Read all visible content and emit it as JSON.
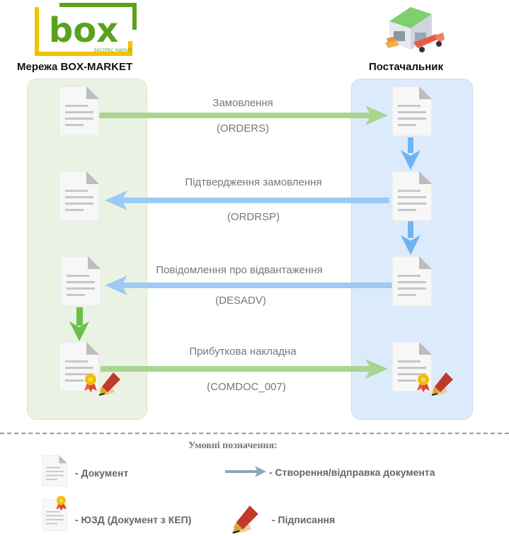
{
  "logo": {
    "text": "box",
    "subtitle": "ЕКСПРЕС МАРКЕТ",
    "color": "#5aa21e",
    "accent": "#f2c200"
  },
  "parties": {
    "left": "Мережа BOX-MARKET",
    "right": "Постачальник"
  },
  "messages": [
    {
      "title": "Замовлення",
      "code": "(ORDERS)",
      "direction": "left-to-right",
      "color": "#a9d58e"
    },
    {
      "title": "Підтвердження замовлення",
      "code": "(ORDRSP)",
      "direction": "right-to-left",
      "color": "#9ccaf5"
    },
    {
      "title": "Повідомлення про відвантаження",
      "code": "(DESADV)",
      "direction": "right-to-left",
      "color": "#9ccaf5"
    },
    {
      "title": "Прибуткова накладна",
      "code": "(COMDOC_007)",
      "direction": "left-to-right",
      "color": "#a9d58e"
    }
  ],
  "legend": {
    "title": "Умовні позначення:",
    "document": "- Документ",
    "send": "- Створення/відправка документа",
    "ezd": "- ЮЗД (Документ з КЕП)",
    "sign": "- Підписання"
  },
  "colors": {
    "green": "#a9d58e",
    "green_dark": "#6cc04a",
    "blue": "#9ccaf5",
    "blue_dark": "#6eb3f2",
    "legend_arrow": "#8ea5b5"
  },
  "icons": [
    "document-icon",
    "signed-document-icon",
    "pen-icon",
    "warehouse-icon",
    "ribbon-icon"
  ]
}
